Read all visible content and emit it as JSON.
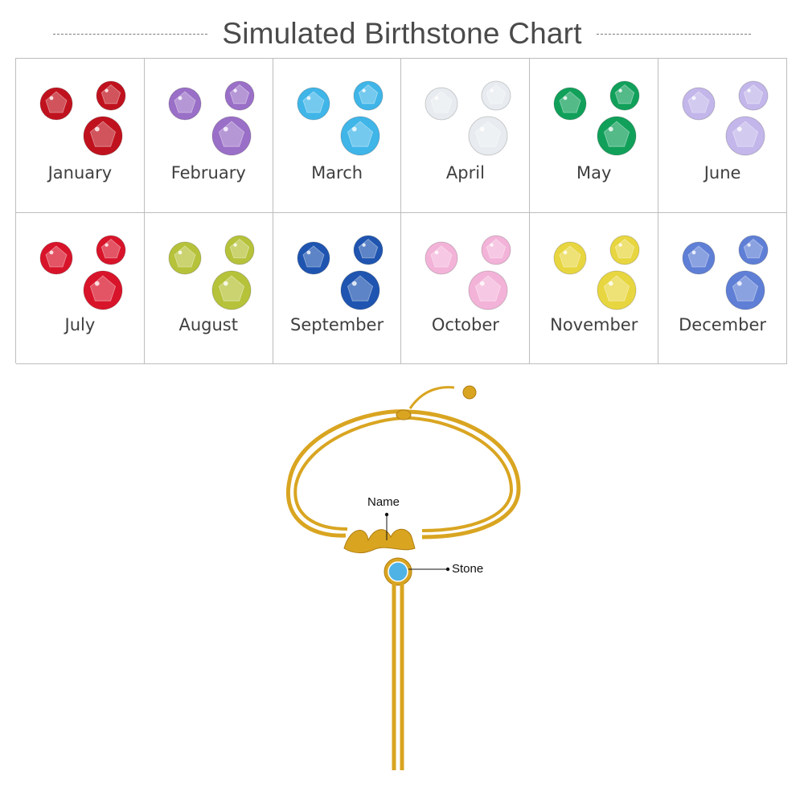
{
  "title": "Simulated Birthstone Chart",
  "months": [
    {
      "label": "January",
      "color": "#c0121e"
    },
    {
      "label": "February",
      "color": "#9a6fc7"
    },
    {
      "label": "March",
      "color": "#3fb5e8"
    },
    {
      "label": "April",
      "color": "#e8ecf0"
    },
    {
      "label": "May",
      "color": "#11a05a"
    },
    {
      "label": "June",
      "color": "#c3b6ea"
    },
    {
      "label": "July",
      "color": "#d8142a"
    },
    {
      "label": "August",
      "color": "#b6c23a"
    },
    {
      "label": "September",
      "color": "#1f55b0"
    },
    {
      "label": "October",
      "color": "#f3b3d8"
    },
    {
      "label": "November",
      "color": "#e8d640"
    },
    {
      "label": "December",
      "color": "#5f7fd6"
    }
  ],
  "product": {
    "name_label": "Name",
    "stone_label": "Stone",
    "chain_color": "#d9a521",
    "stone_color": "#4fb3e6"
  }
}
